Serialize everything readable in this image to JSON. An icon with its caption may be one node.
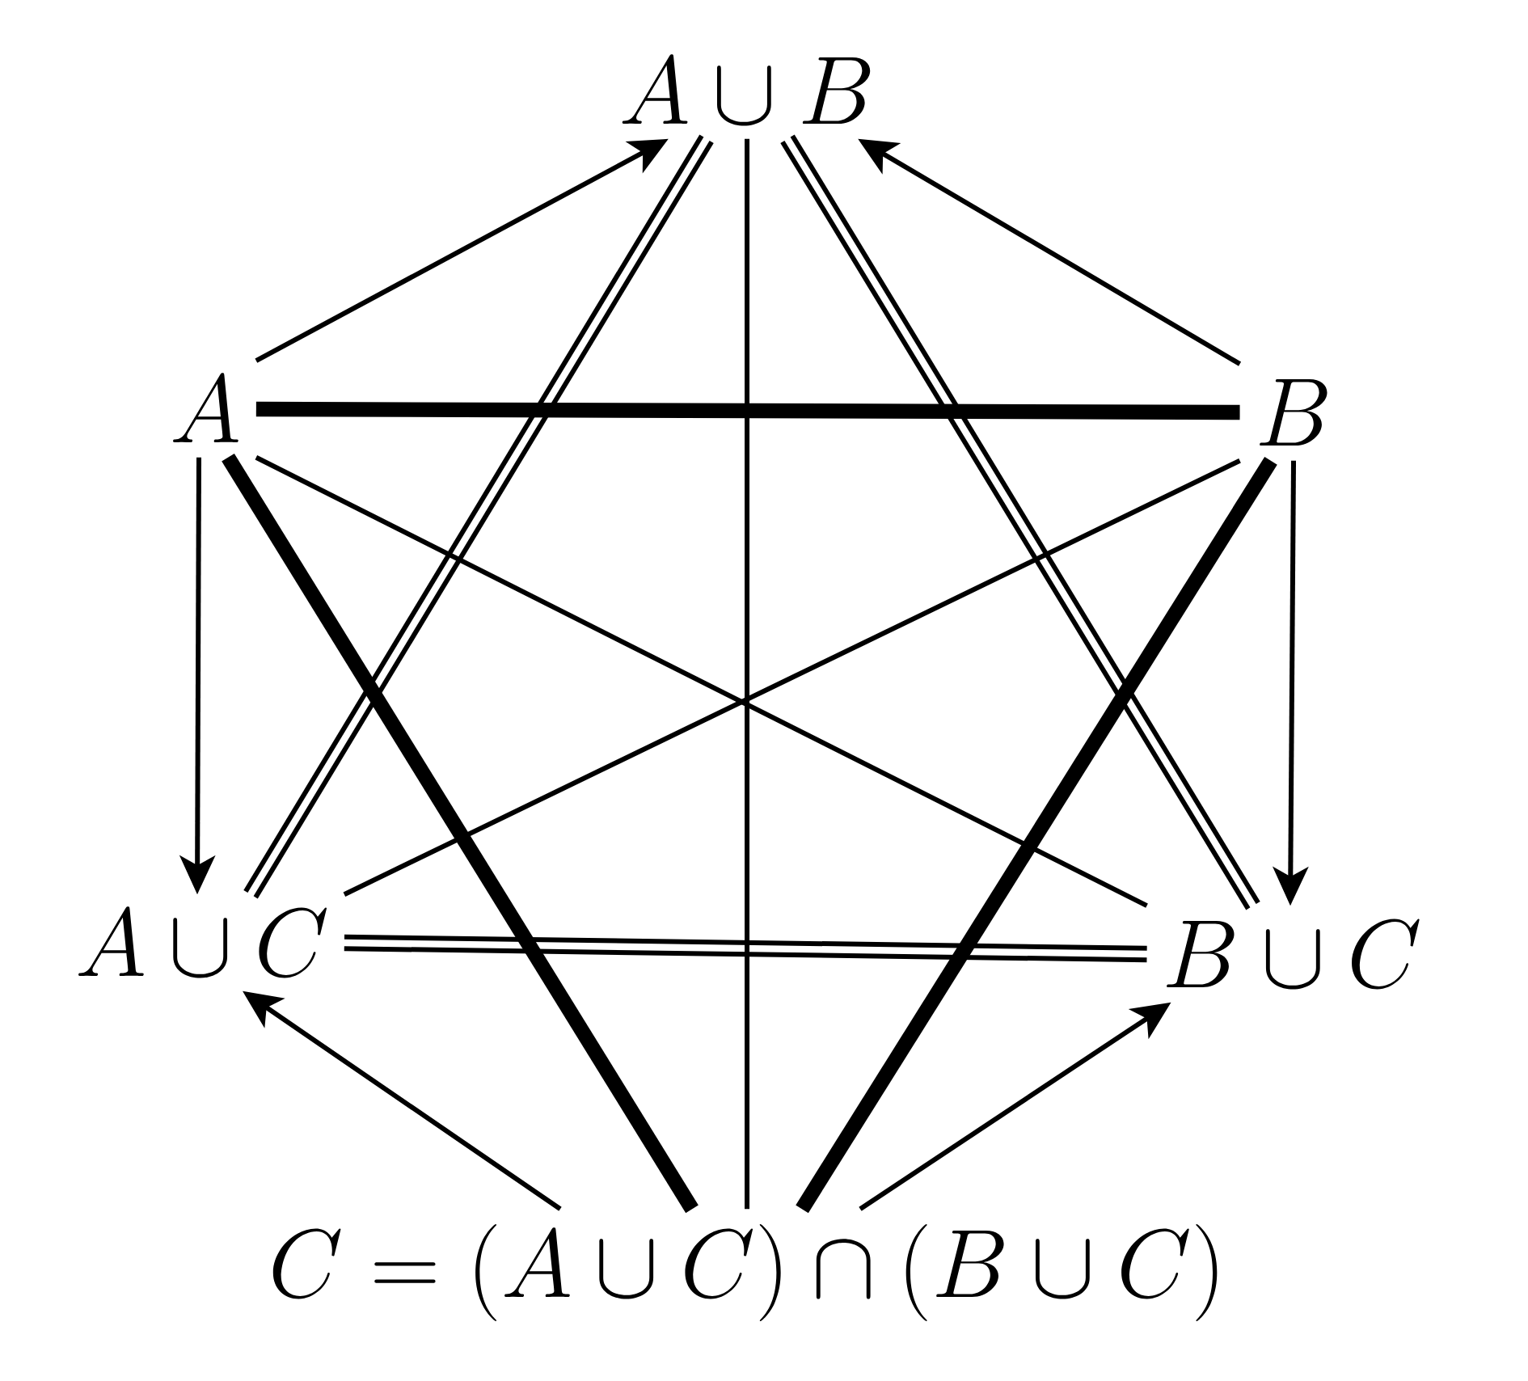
{
  "diagram": {
    "nodes": [
      {
        "text": [
          "A\\cup B"
        ]
      },
      {
        "text": [
          "A"
        ]
      },
      {
        "text": [
          "B"
        ]
      },
      {
        "text": [
          "A\\cup C"
        ]
      },
      {
        "text": [
          "B\\cup C"
        ]
      },
      {
        "text": [
          "C=(A\\cup C)\\cap(B\\cup C)"
        ]
      }
    ],
    "edges": [
      {
        "from": 1,
        "to": 0,
        "arrow": "to"
      },
      {
        "from": 2,
        "to": 0,
        "arrow": "to"
      },
      {
        "from": 1,
        "to": 3,
        "arrow": "to"
      },
      {
        "from": 2,
        "to": 4,
        "arrow": "to"
      },
      {
        "from": 5,
        "to": 3,
        "arrow": "to"
      },
      {
        "from": 5,
        "to": 4,
        "arrow": "to"
      },
      {
        "from": 1,
        "to": 2,
        "arrow": "none",
        "style": "thick"
      },
      {
        "from": 1,
        "to": 5,
        "arrow": "none",
        "style": "thick"
      },
      {
        "from": 2,
        "to": 5,
        "arrow": "none",
        "style": "thick"
      },
      {
        "from": 0,
        "to": 5,
        "arrow": "none"
      },
      {
        "from": 0,
        "to": 3,
        "arrow": "none"
      },
      {
        "from": 0,
        "to": 3,
        "arrow": "none"
      },
      {
        "from": 0,
        "to": 4,
        "arrow": "none"
      },
      {
        "from": 0,
        "to": 4,
        "arrow": "none"
      },
      {
        "from": 3,
        "to": 4,
        "arrow": "none"
      },
      {
        "from": 3,
        "to": 4,
        "arrow": "none"
      },
      {
        "from": 1,
        "to": 4,
        "arrow": "none"
      },
      {
        "from": 2,
        "to": 3,
        "arrow": "none"
      }
    ]
  }
}
